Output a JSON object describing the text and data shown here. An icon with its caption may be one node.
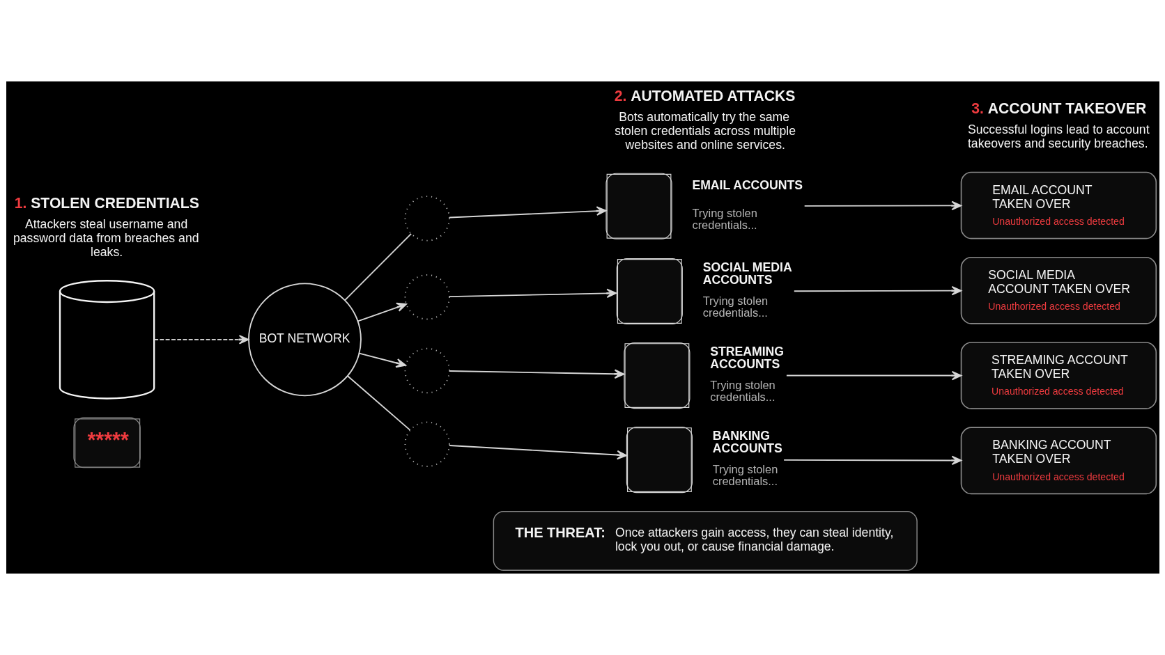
{
  "diagram": {
    "nodes": [
      {
        "text": [],
        "shape": "cylinder"
      },
      {
        "text": [
          "BOT NETWORK"
        ]
      },
      {
        "text": [],
        "shape": "circle"
      },
      {
        "text": [],
        "shape": "circle"
      },
      {
        "text": [],
        "shape": "circle"
      },
      {
        "text": [],
        "shape": "circle"
      },
      {
        "text": [
          "EMAIL ACCOUNTS",
          "Trying stolen credentials..."
        ]
      },
      {
        "text": [
          "SOCIAL MEDIA ACCOUNTS",
          "Trying stolen credentials..."
        ]
      },
      {
        "text": [
          "STREAMING ACCOUNTS",
          "Trying stolen credentials..."
        ]
      },
      {
        "text": [
          "BANKING ACCOUNTS",
          "Trying stolen credentials..."
        ]
      },
      {
        "text": [
          "EMAIL ACCOUNT TAKEN OVER",
          "Unauthorized access detected"
        ]
      },
      {
        "text": [
          "SOCIAL MEDIA ACCOUNT TAKEN OVER",
          "Unauthorized access detected"
        ]
      },
      {
        "text": [
          "STREAMING ACCOUNT TAKEN OVER",
          "Unauthorized access detected"
        ]
      },
      {
        "text": [
          "BANKING ACCOUNT TAKEN OVER",
          "Unauthorized access detected"
        ]
      },
      {
        "text": [
          "THE THREAT:",
          "Once attackers gain access, they can steal identity, lock you out, or cause financial damage."
        ]
      }
    ],
    "edges": [
      {
        "from": 0,
        "to": 1,
        "arrow": "to",
        "style": "dashed"
      },
      {
        "from": 1,
        "to": 2,
        "arrow": "none"
      },
      {
        "from": 1,
        "to": 3,
        "arrow": "to"
      },
      {
        "from": 1,
        "to": 4,
        "arrow": "to"
      },
      {
        "from": 1,
        "to": 5,
        "arrow": "none"
      },
      {
        "from": 2,
        "to": 6,
        "arrow": "to"
      },
      {
        "from": 3,
        "to": 7,
        "arrow": "to"
      },
      {
        "from": 4,
        "to": 8,
        "arrow": "to"
      },
      {
        "from": 5,
        "to": 9,
        "arrow": "to"
      },
      {
        "from": 6,
        "to": 10,
        "arrow": "to"
      },
      {
        "from": 7,
        "to": 11,
        "arrow": "to"
      },
      {
        "from": 8,
        "to": 12,
        "arrow": "to"
      },
      {
        "from": 9,
        "to": 13,
        "arrow": "to"
      }
    ],
    "labels": [
      "1.",
      "STOLEN CREDENTIALS",
      "Attackers steal username and password data from breaches and leaks.",
      "2.",
      "AUTOMATED ATTACKS",
      "Bots automatically try the same stolen credentials across multiple websites and online services.",
      "3.",
      "ACCOUNT TAKEOVER",
      "Successful logins lead to account takeovers and security breaches.",
      "*****"
    ]
  }
}
